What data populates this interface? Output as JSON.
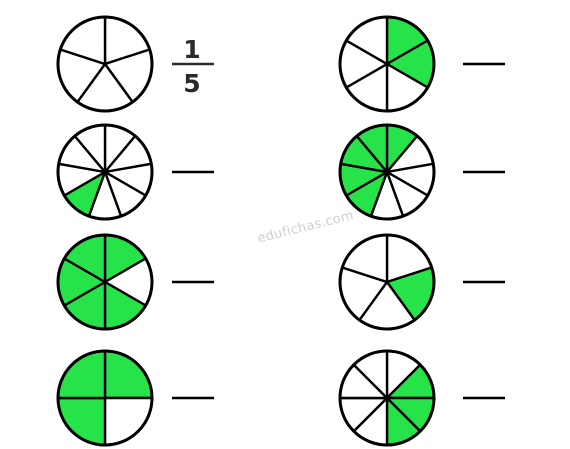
{
  "watermark": "edufichas.com",
  "example_fraction": {
    "numerator": "1",
    "denominator": "5"
  },
  "colors": {
    "fill": "#27e34a",
    "empty": "#ffffff",
    "stroke": "#000000"
  },
  "circles": [
    {
      "id": "left-1",
      "parts": 5,
      "filled": [],
      "answer": "example"
    },
    {
      "id": "left-2",
      "parts": 9,
      "filled": [
        5
      ],
      "answer": "blank"
    },
    {
      "id": "left-3",
      "parts": 6,
      "filled": [
        0,
        2,
        3,
        4,
        5
      ],
      "answer": "blank"
    },
    {
      "id": "left-4",
      "parts": 4,
      "filled": [
        0,
        2,
        3
      ],
      "answer": "blank"
    },
    {
      "id": "right-1",
      "parts": 6,
      "filled": [
        0,
        1
      ],
      "answer": "blank"
    },
    {
      "id": "right-2",
      "parts": 9,
      "filled": [
        0,
        5,
        6,
        7,
        8
      ],
      "answer": "blank"
    },
    {
      "id": "right-3",
      "parts": 5,
      "filled": [
        1
      ],
      "answer": "blank"
    },
    {
      "id": "right-4",
      "parts": 8,
      "filled": [
        1,
        2,
        3
      ],
      "answer": "blank"
    }
  ]
}
